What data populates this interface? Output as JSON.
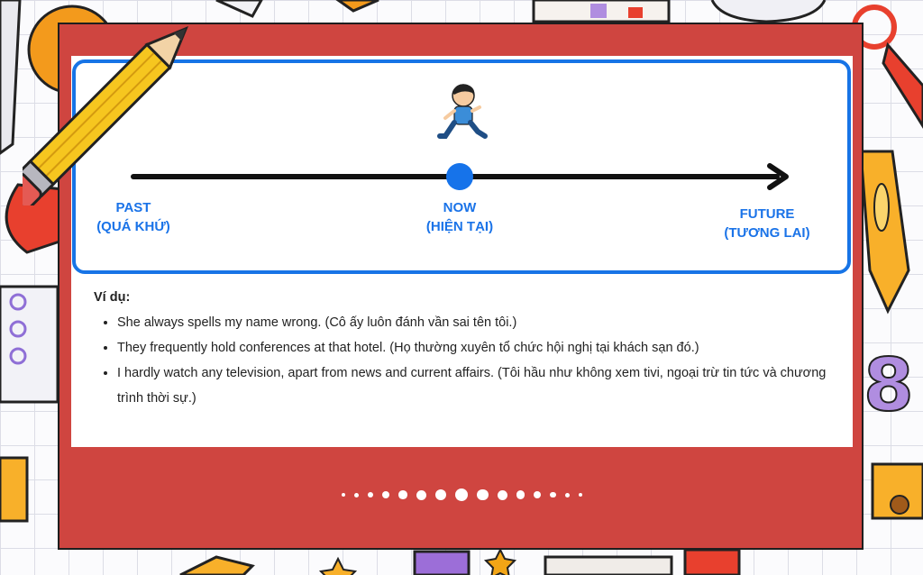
{
  "timeline": {
    "past_label": "PAST",
    "past_sub": "(QUÁ KHỨ)",
    "now_label": "NOW",
    "now_sub": "(HIỆN TẠI)",
    "future_label": "FUTURE",
    "future_sub": "(TƯƠNG LAI)",
    "accent_color": "#1a73e8",
    "figure_icon": "running-boy-icon"
  },
  "examples": {
    "title": "Ví dụ:",
    "items": [
      "She always spells my name wrong. (Cô ấy luôn đánh vần sai tên tôi.)",
      "They frequently hold conferences at that hotel. (Họ thường xuyên tổ chức hội nghị tại khách sạn đó.)",
      "I hardly watch any television, apart from news and current affairs. (Tôi hầu như không xem tivi, ngoại trừ tin tức và chương trình thời sự.)"
    ]
  },
  "pagination": {
    "total": 15,
    "active": 7
  },
  "colors": {
    "card": "#cf4540",
    "panel": "#ffffff",
    "border": "#1774e6"
  }
}
